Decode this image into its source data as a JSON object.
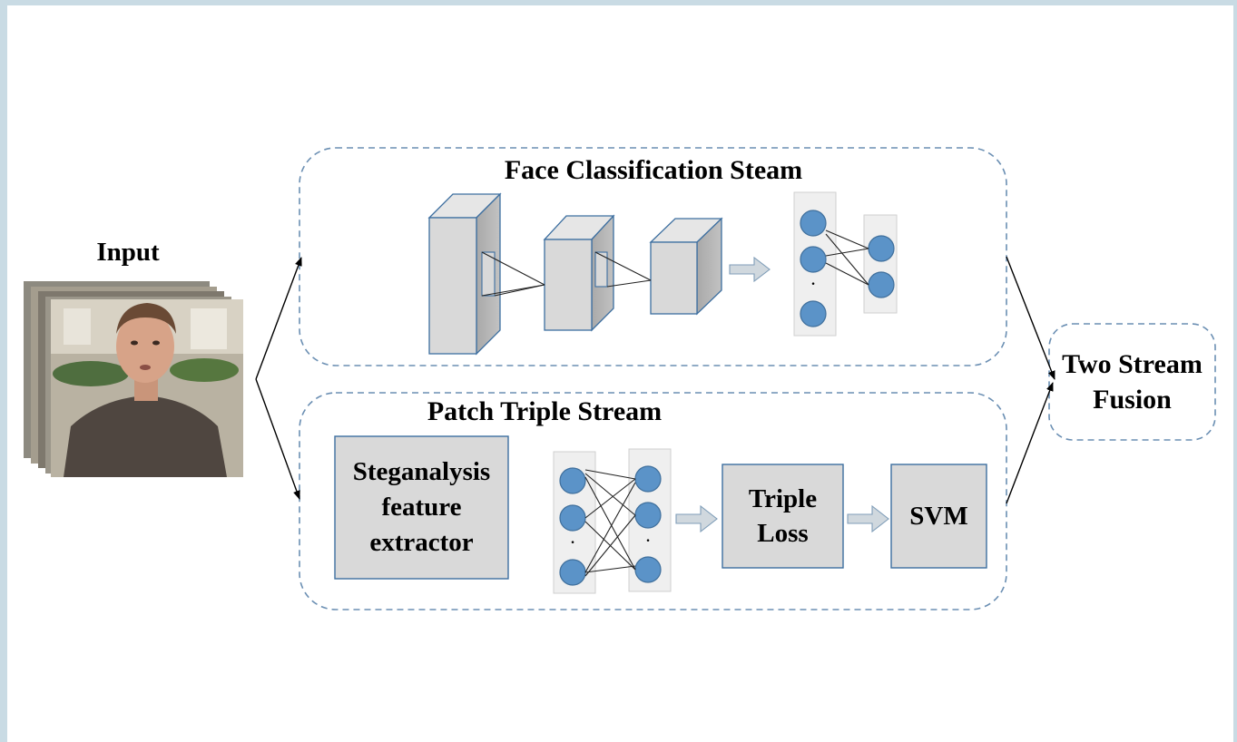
{
  "input": {
    "label": "Input"
  },
  "face_stream": {
    "title": "Face Classification Steam"
  },
  "patch_stream": {
    "title": "Patch Triple Stream"
  },
  "steganalysis": {
    "line1": "Steganalysis",
    "line2": "feature",
    "line3": "extractor"
  },
  "triple_loss": {
    "line1": "Triple",
    "line2": "Loss"
  },
  "svm": {
    "label": "SVM"
  },
  "fusion": {
    "line1": "Two Stream",
    "line2": "Fusion"
  },
  "dots": {
    "face_fc": "·",
    "patch_fc1": "·",
    "patch_fc2": "·"
  },
  "colors": {
    "node_fill": "#5b93c8",
    "node_stroke": "#3f6f9c",
    "box_fill": "#d9d9d9",
    "box_stroke": "#3d6fa0",
    "dash_stroke": "#6b8fb3",
    "fc_panel": "#efefef",
    "arrow_fill": "#d0d8de"
  }
}
